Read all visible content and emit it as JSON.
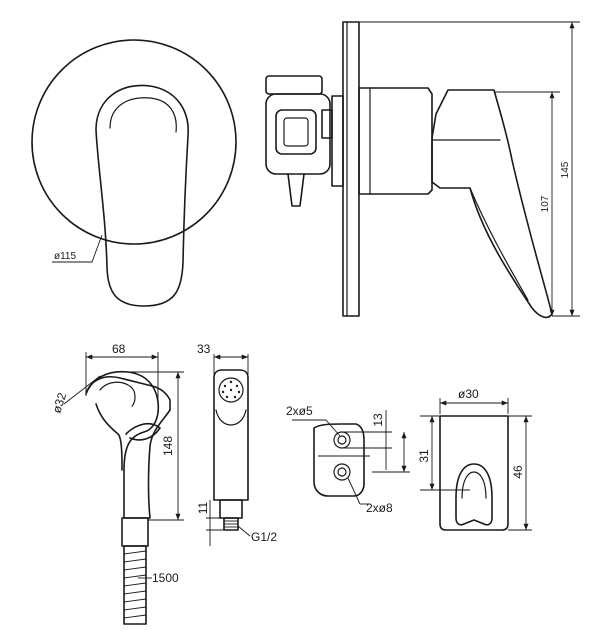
{
  "labels": {
    "rosette_diameter": "ø115",
    "valve_height_total": "145",
    "lever_height": "107",
    "handshower_width": "68",
    "handshower_head_diameter": "ø32",
    "handshower_height": "148",
    "hose_length": "1500",
    "side_width": "33",
    "thread_length": "11",
    "thread_size": "G1/2",
    "small_holes": "2xø5",
    "large_holes": "2xø8",
    "hole_spacing": "13",
    "hole_offset": "31",
    "holder_diameter": "ø30",
    "holder_height": "46"
  }
}
